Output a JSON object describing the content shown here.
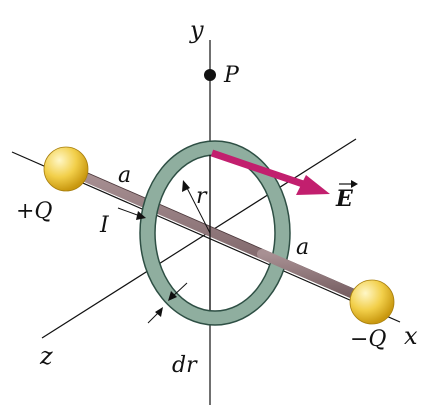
{
  "labels": {
    "y_axis": "y",
    "x_axis": "x",
    "z_axis": "z",
    "point": "P",
    "plus_charge": "+Q",
    "minus_charge": "−Q",
    "current": "I",
    "dist_left": "a",
    "dist_right": "a",
    "radius": "r",
    "ring_width": "dr",
    "field": "E"
  },
  "colors": {
    "axis": "#111111",
    "rod": "#8c7377",
    "ring_fill": "#8fae9f",
    "ring_stroke": "#2e4f44",
    "field_arrow": "#c21f6e",
    "sphere_light": "#fff7c7",
    "sphere_dark": "#d4a514"
  }
}
